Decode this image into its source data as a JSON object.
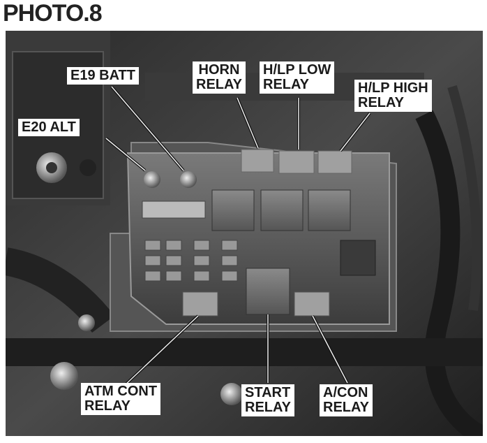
{
  "heading": "PHOTO.8",
  "labels": {
    "e19_batt": "E19 BATT",
    "e20_alt": "E20 ALT",
    "horn_relay": "HORN\nRELAY",
    "hlp_low": "H/LP LOW\nRELAY",
    "hlp_high": "H/LP HIGH\nRELAY",
    "atm_cont": "ATM CONT\nRELAY",
    "start": "START\nRELAY",
    "acon": "A/CON\nRELAY"
  }
}
